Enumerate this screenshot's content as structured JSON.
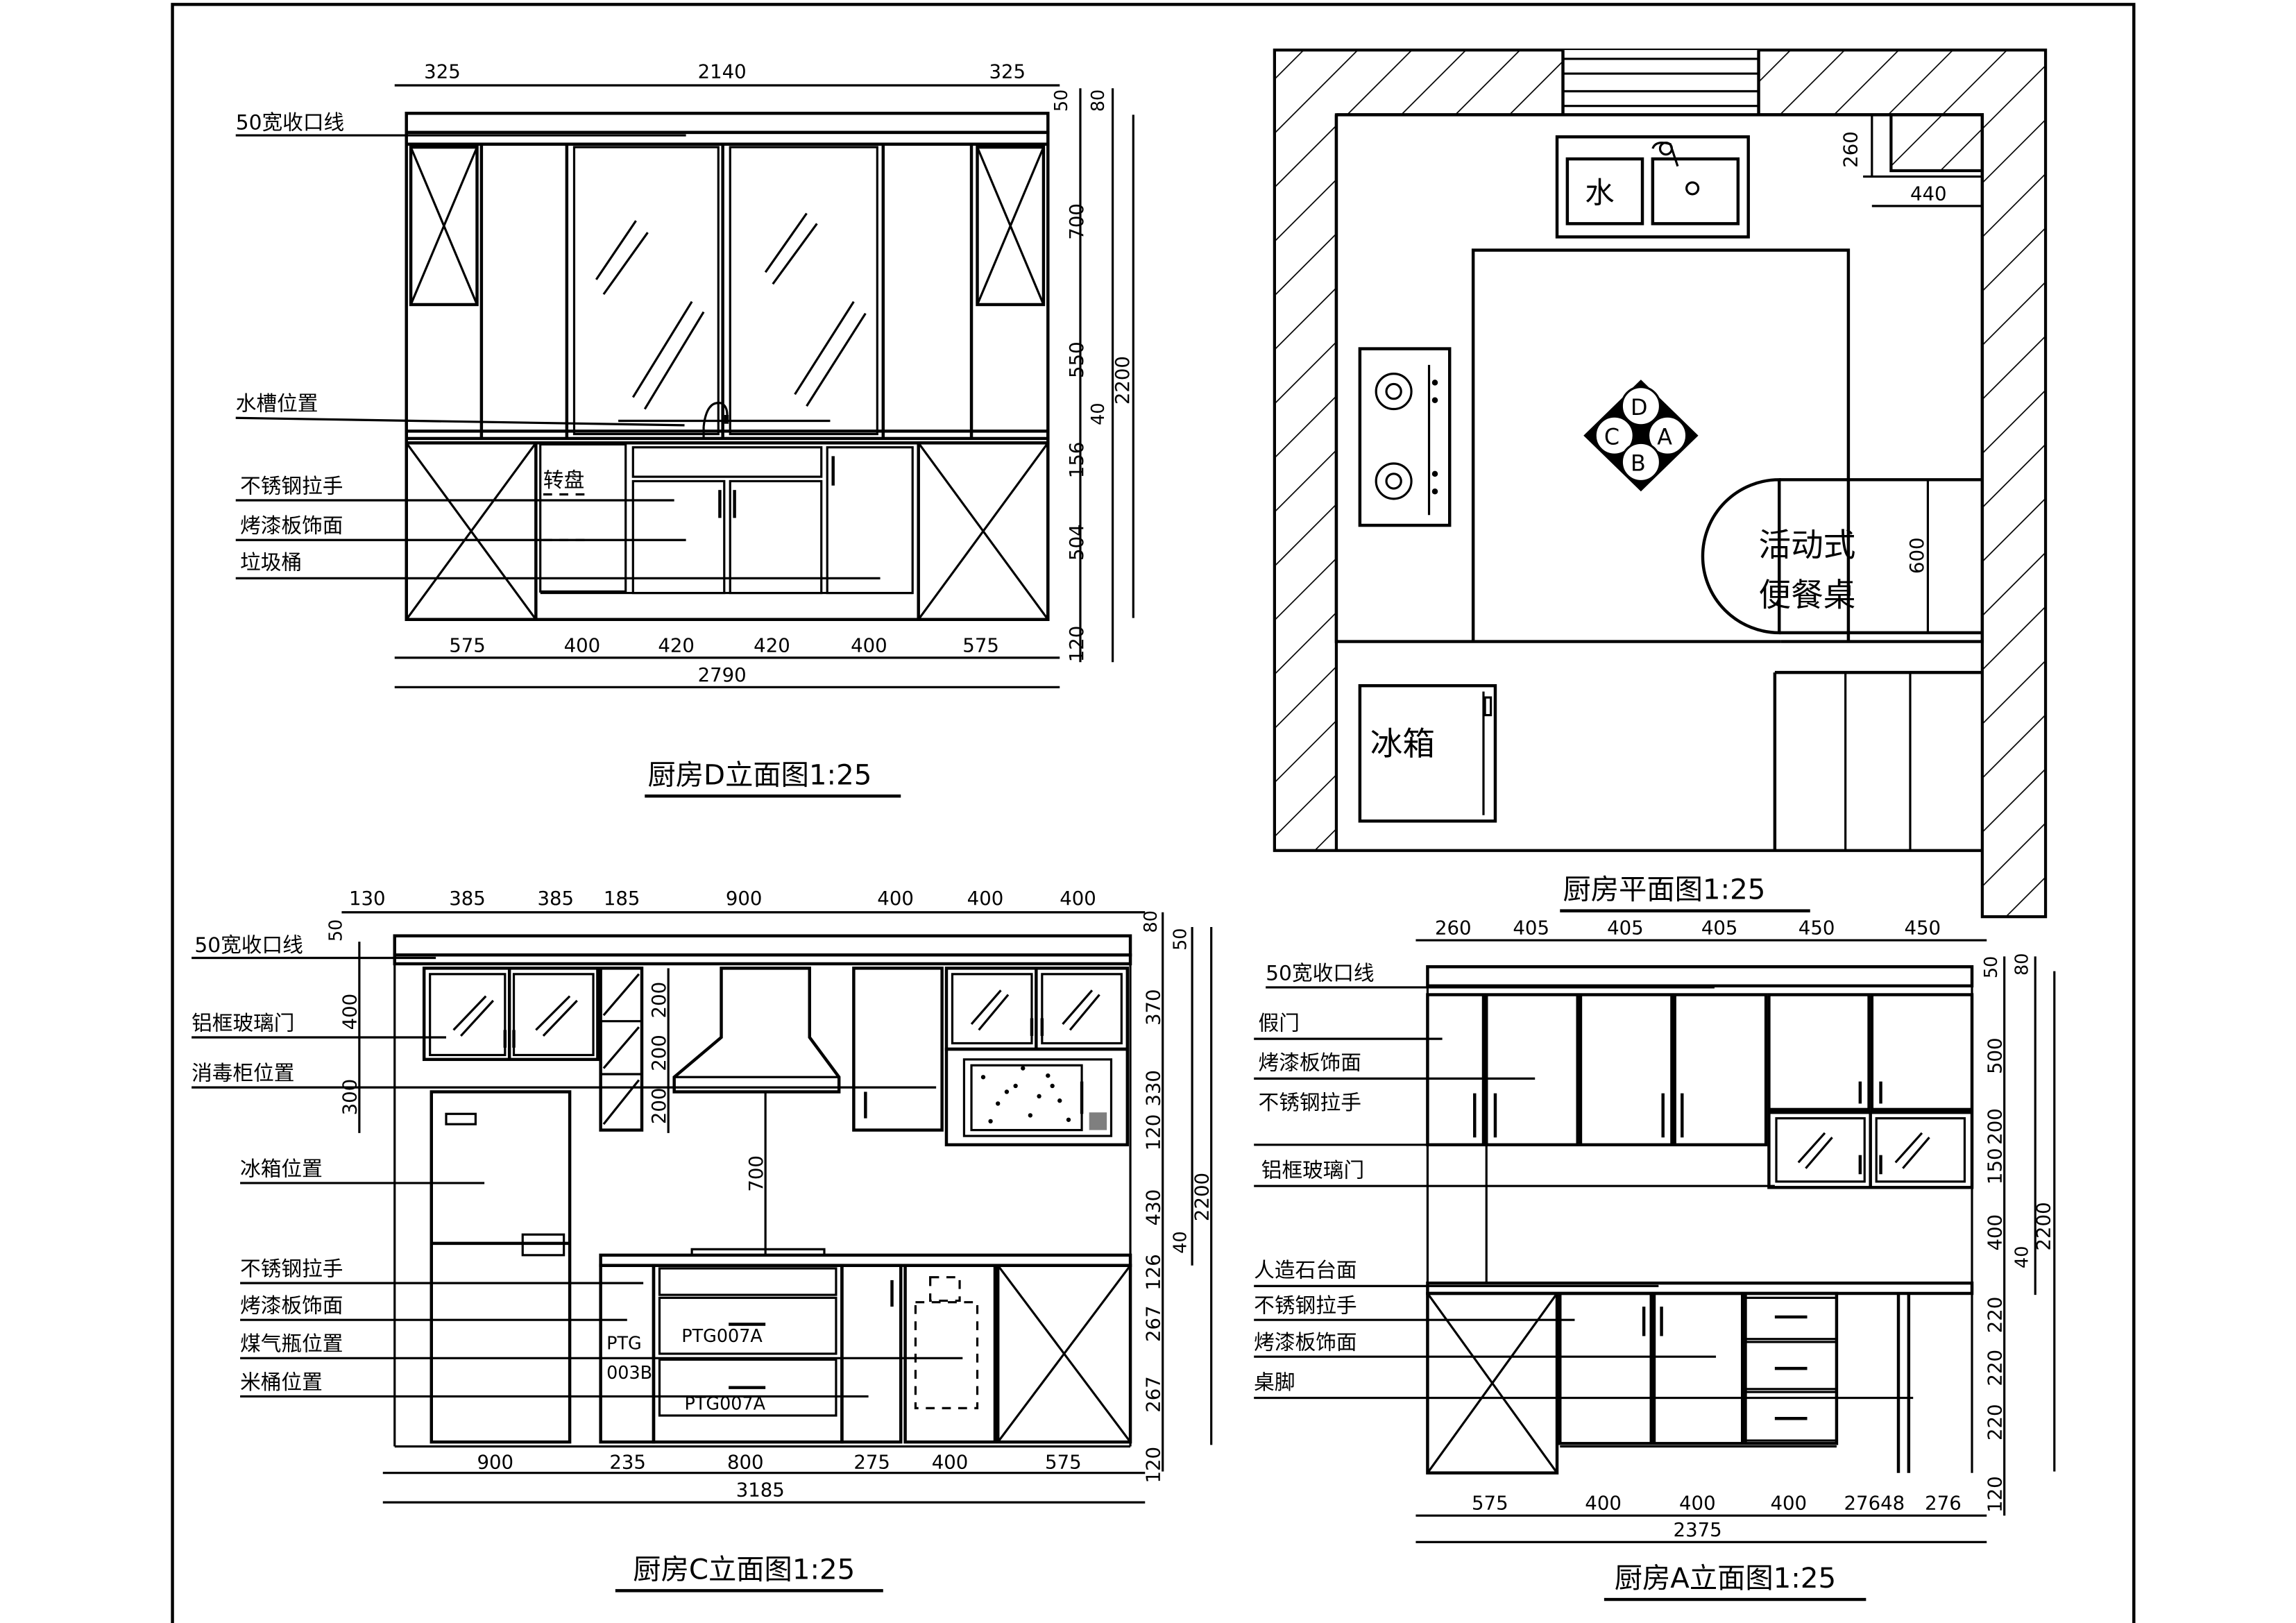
{
  "elevation_d": {
    "title": "厨房D立面图1:25",
    "labels": [
      "50宽收口线",
      "水槽位置",
      "不锈钢拉手",
      "烤漆板饰面",
      "垃圾桶"
    ],
    "inner_label": "转盘",
    "dims_top": [
      "325",
      "2140",
      "325"
    ],
    "dims_bottom": [
      "575",
      "400",
      "420",
      "420",
      "400",
      "575"
    ],
    "dim_total": "2790",
    "dims_right": [
      "50",
      "80",
      "700",
      "550",
      "40",
      "156",
      "504",
      "120"
    ],
    "dim_height": "2200"
  },
  "plan": {
    "title": "厨房平面图1:25",
    "sink_label": "水",
    "fridge_label": "冰箱",
    "table_label_1": "活动式",
    "table_label_2": "便餐桌",
    "dims": [
      "260",
      "440",
      "600"
    ],
    "compass": [
      "D",
      "C",
      "A",
      "B"
    ]
  },
  "elevation_c": {
    "title": "厨房C立面图1:25",
    "labels": [
      "50宽收口线",
      "铝框玻璃门",
      "消毒柜位置",
      "冰箱位置",
      "不锈钢拉手",
      "烤漆板饰面",
      "煤气瓶位置",
      "米桶位置"
    ],
    "codes": [
      "PTG",
      "003B",
      "PTG007A",
      "PTG007A"
    ],
    "dims_top": [
      "130",
      "385",
      "385",
      "185",
      "900",
      "400",
      "400",
      "400"
    ],
    "dims_left": [
      "50",
      "400",
      "300"
    ],
    "dims_mid": [
      "200",
      "200",
      "200",
      "700"
    ],
    "dims_bottom": [
      "900",
      "235",
      "800",
      "275",
      "400",
      "575"
    ],
    "dim_total": "3185",
    "dims_right": [
      "80",
      "50",
      "370",
      "330",
      "120",
      "430",
      "40",
      "126",
      "267",
      "267",
      "120"
    ],
    "dim_height": "2200"
  },
  "elevation_a": {
    "title": "厨房A立面图1:25",
    "labels": [
      "50宽收口线",
      "假门",
      "烤漆板饰面",
      "不锈钢拉手",
      "铝框玻璃门",
      "人造石台面",
      "不锈钢拉手",
      "烤漆板饰面",
      "桌脚"
    ],
    "dims_top": [
      "260",
      "405",
      "405",
      "405",
      "450",
      "450"
    ],
    "dims_bottom": [
      "575",
      "400",
      "400",
      "400",
      "27648",
      "276"
    ],
    "dim_total": "2375",
    "dims_right": [
      "50",
      "80",
      "500",
      "200",
      "150",
      "400",
      "40",
      "220",
      "220",
      "220",
      "120"
    ],
    "dim_height": "2200"
  }
}
